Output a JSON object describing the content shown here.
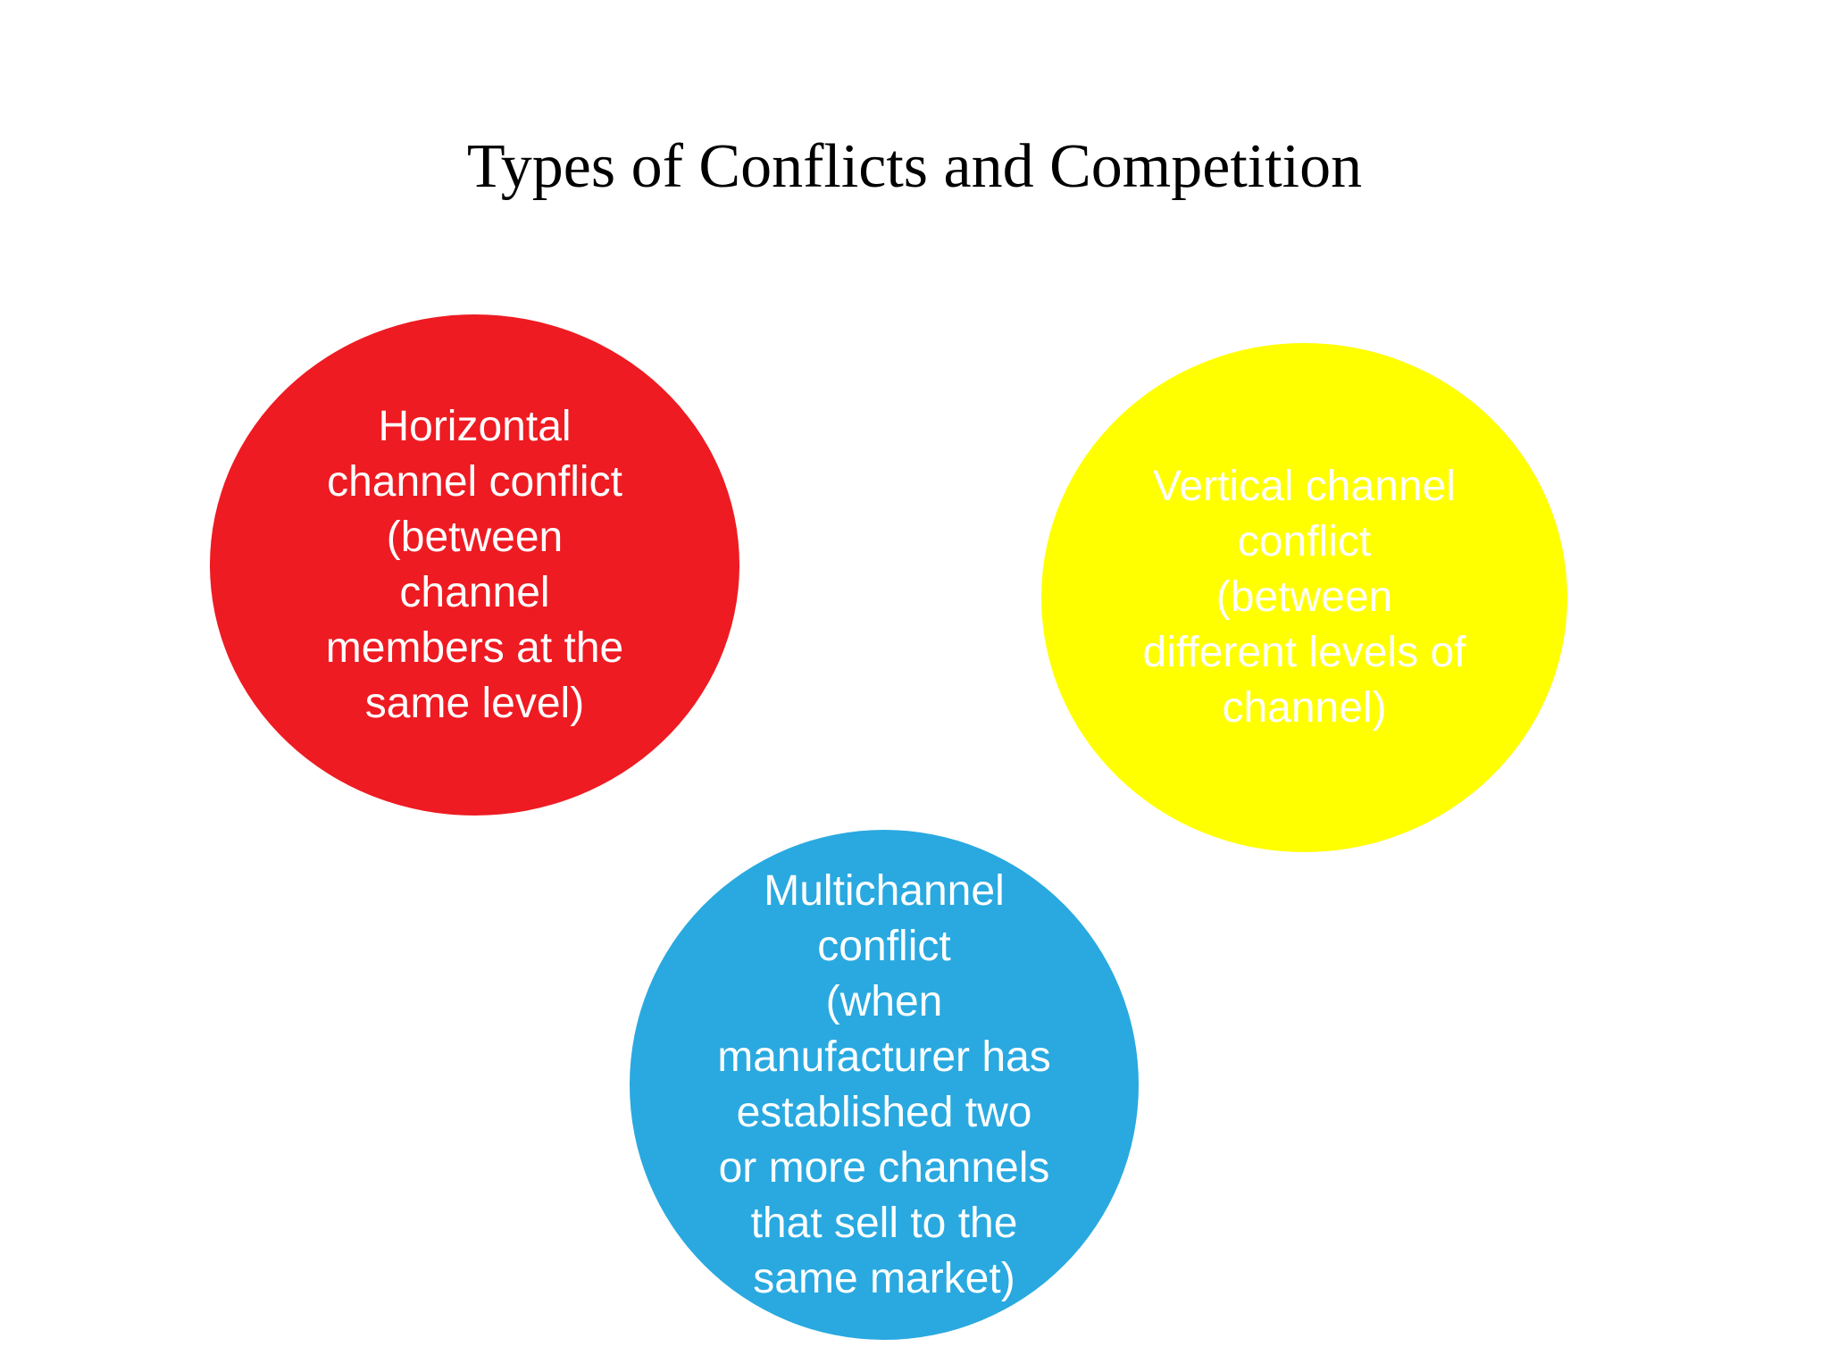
{
  "slide": {
    "title": "Types of Conflicts and Competition",
    "background_color": "#ffffff",
    "title_color": "#000000"
  },
  "circles": [
    {
      "name": "horizontal-channel-conflict",
      "fill_color": "#ee1b22",
      "text_color": "#ffffff",
      "full_text": "Horizontal channel conflict (between channel members at the same level)",
      "lines": [
        "Horizontal",
        "channel conflict",
        "(between",
        "channel",
        "members at the",
        "same level)"
      ]
    },
    {
      "name": "vertical-channel-conflict",
      "fill_color": "#ffff00",
      "text_color": "#ffffff",
      "full_text": "Vertical channel conflict (between different levels of channel)",
      "lines": [
        "Vertical channel",
        "conflict",
        "(between",
        "different levels of",
        "channel)"
      ]
    },
    {
      "name": "multichannel-conflict",
      "fill_color": "#29a9e0",
      "text_color": "#ffffff",
      "full_text": "Multichannel conflict (when manufacturer has established two or more channels that sell to the same market)",
      "lines": [
        "Multichannel",
        "conflict",
        "(when",
        "manufacturer has",
        "established two",
        "or more channels",
        "that sell to the",
        "same market)"
      ]
    }
  ]
}
